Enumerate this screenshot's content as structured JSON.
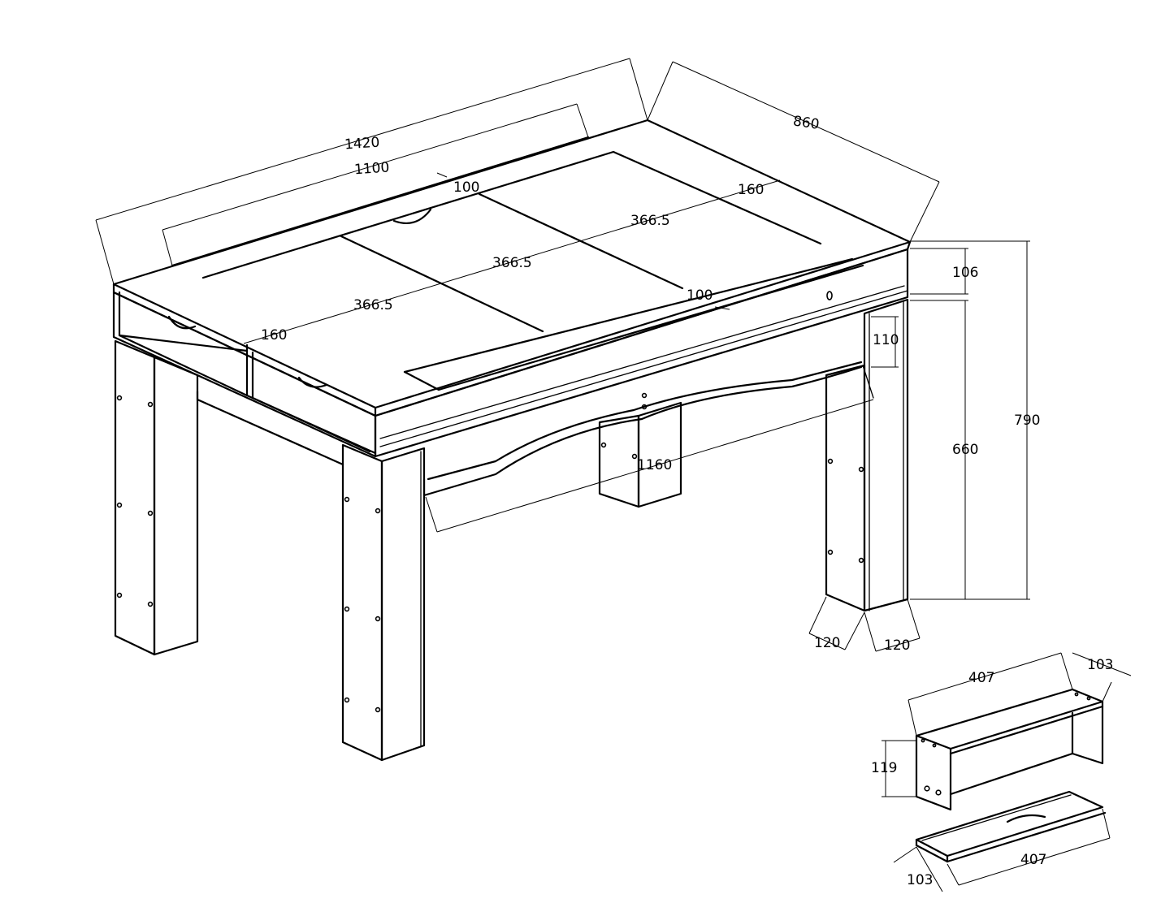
{
  "diagram": {
    "dimensions": {
      "top_length": "1420",
      "inner_length": "1100",
      "depth": "860",
      "board_width_back": "100",
      "end_panel_right": "160",
      "panel_width_1": "366.5",
      "panel_width_2": "366.5",
      "panel_width_3": "366.5",
      "end_panel_left": "160",
      "board_width_front": "100",
      "apron_height": "106",
      "leg_top_gap": "110",
      "leg_height": "660",
      "total_height": "790",
      "apron_length": "1160",
      "leg_depth": "120",
      "leg_width": "120",
      "tray_length": "407",
      "tray_depth": "103",
      "tray_height": "119",
      "plate_length": "407",
      "plate_depth": "103"
    }
  }
}
